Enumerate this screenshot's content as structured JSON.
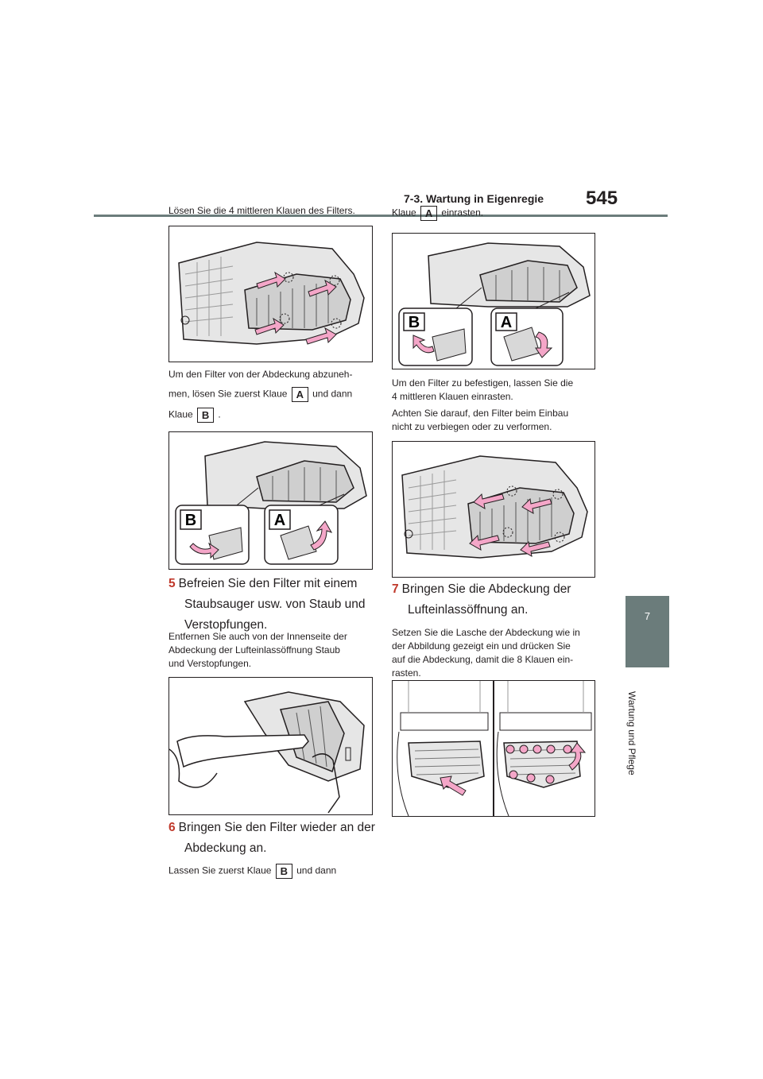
{
  "header": {
    "section": "7-3. Wartung in Eigenregie",
    "page_number": "545"
  },
  "side_tab": {
    "chapter": "7",
    "chapter_title": "Wartung und Pflege"
  },
  "left": {
    "p1": "Lösen Sie die 4 mittleren Klauen des Filters.",
    "p2_a": "Um den Filter von der Abdeckung abzuneh-",
    "p2_b": "men, lösen Sie zuerst Klaue",
    "p2_c": "und dann",
    "p2_d": "Klaue",
    "p2_e": ".",
    "step5_num": "5",
    "step5_line1": "Befreien Sie den Filter mit einem",
    "step5_line2": "Staubsauger usw. von Staub und",
    "step5_line3": "Verstopfungen.",
    "p3_line1": "Entfernen Sie auch von der Innenseite der",
    "p3_line2": "Abdeckung der Lufteinlassöffnung Staub",
    "p3_line3": "und Verstopfungen.",
    "step6_num": "6",
    "step6_line1": "Bringen Sie den Filter wieder an der",
    "step6_line2": "Abdeckung an.",
    "p4_a": "Lassen Sie zuerst Klaue",
    "p4_b": "und dann"
  },
  "right": {
    "p1_a": "Klaue",
    "p1_b": "einrasten.",
    "p2_line1": "Um den Filter zu befestigen, lassen Sie die",
    "p2_line2": "4 mittleren Klauen einrasten.",
    "p3_line1": "Achten Sie darauf, den Filter beim Einbau",
    "p3_line2": "nicht zu verbiegen oder zu verformen.",
    "step7_num": "7",
    "step7_line1": "Bringen Sie die Abdeckung der",
    "step7_line2": "Lufteinlassöffnung an.",
    "p4_line1": "Setzen Sie die Lasche der Abdeckung wie in",
    "p4_line2": "der Abbildung gezeigt ein und drücken Sie",
    "p4_line3": "auf die Abdeckung, damit die 8 Klauen ein-",
    "p4_line4": "rasten."
  },
  "labels": {
    "a": "A",
    "b": "B"
  },
  "colors": {
    "accent": "#6b7c7b",
    "arrow": "#f4a6c8",
    "step_number": "#c0392b"
  }
}
